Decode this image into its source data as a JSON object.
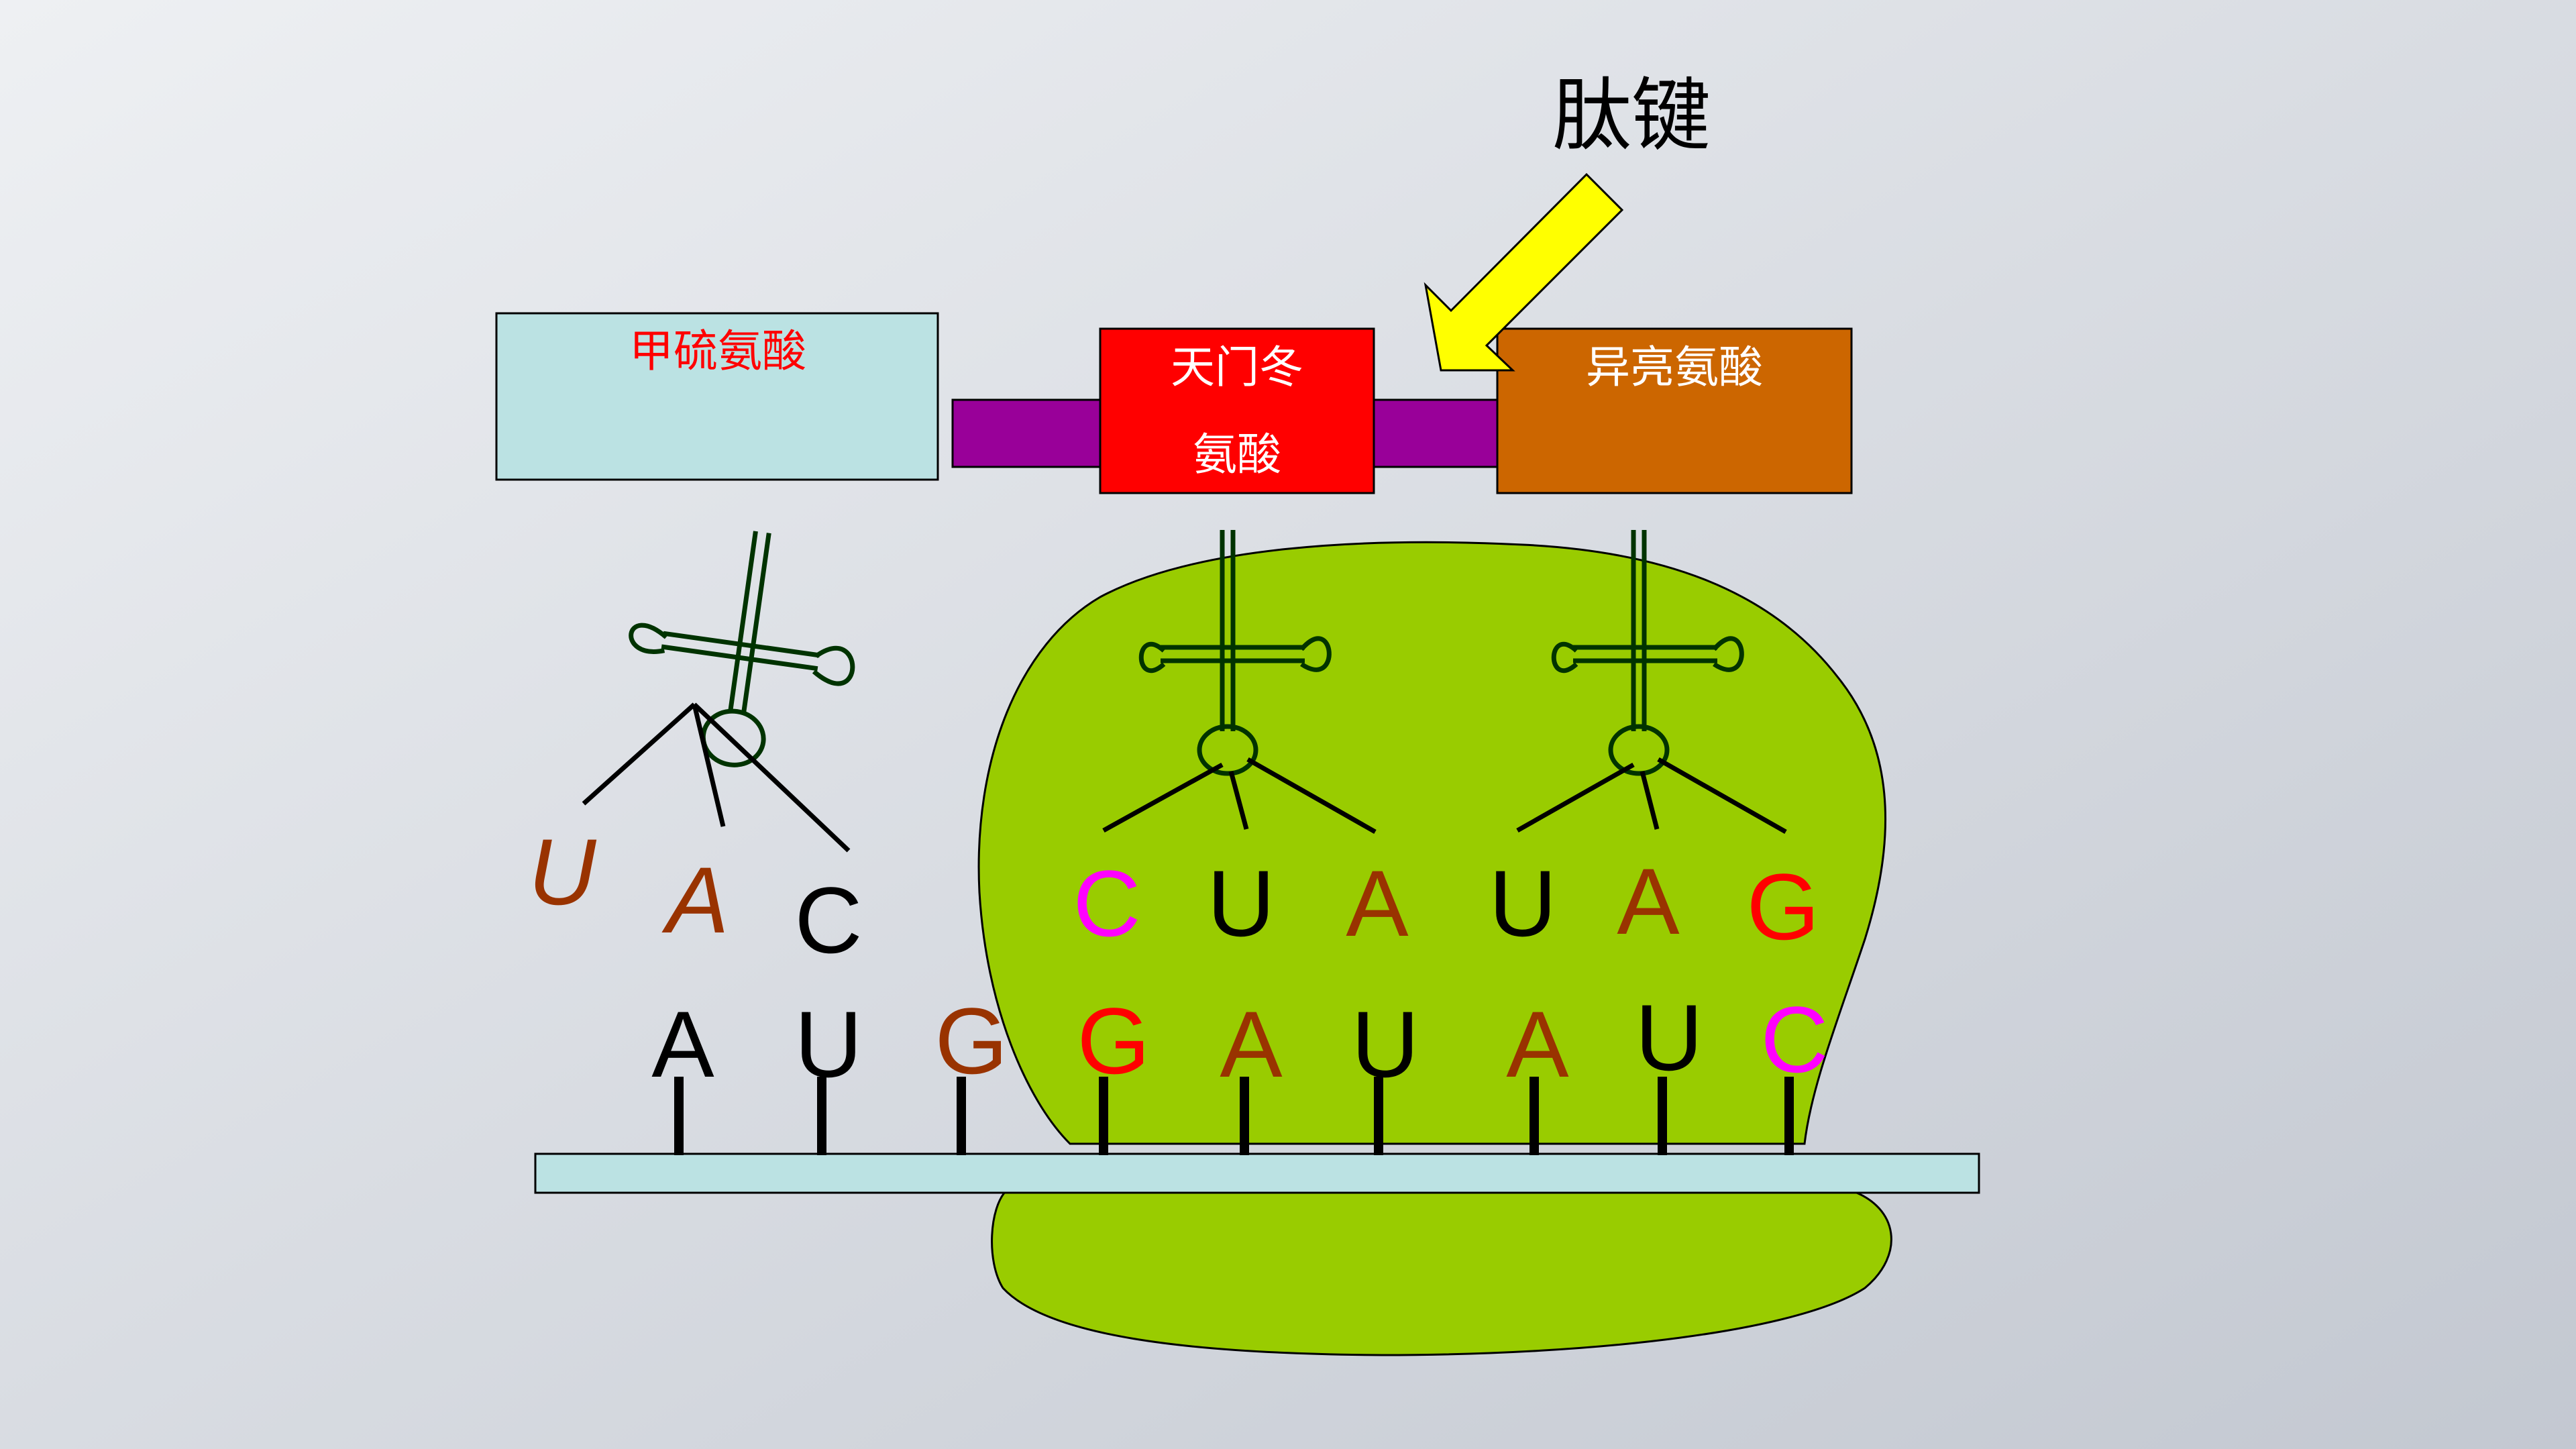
{
  "slide": {
    "peptide_bond_label": "肽键",
    "amino_acids": [
      {
        "id": "met",
        "lines": [
          "甲硫氨酸"
        ],
        "fill": "#BBE2E3",
        "text_color": "#FF0000"
      },
      {
        "id": "asp",
        "lines": [
          "天门冬",
          "氨酸"
        ],
        "fill": "#FF0000",
        "text_color": "#FFFFFF"
      },
      {
        "id": "ile",
        "lines": [
          "异亮氨酸"
        ],
        "fill": "#CC6600",
        "text_color": "#FFFFFF"
      }
    ],
    "anticodons": [
      {
        "letters": [
          {
            "char": "U",
            "color": "#993300"
          },
          {
            "char": "A",
            "color": "#993300"
          },
          {
            "char": "C",
            "color": "#000000"
          }
        ]
      },
      {
        "letters": [
          {
            "char": "C",
            "color": "#FF00FF"
          },
          {
            "char": "U",
            "color": "#000000"
          },
          {
            "char": "A",
            "color": "#993300"
          }
        ]
      },
      {
        "letters": [
          {
            "char": "U",
            "color": "#000000"
          },
          {
            "char": "A",
            "color": "#993300"
          },
          {
            "char": "G",
            "color": "#FF0000"
          }
        ]
      }
    ],
    "codons": [
      {
        "char": "A",
        "color": "#000000"
      },
      {
        "char": "U",
        "color": "#000000"
      },
      {
        "char": "G",
        "color": "#993300"
      },
      {
        "char": "G",
        "color": "#FF0000"
      },
      {
        "char": "A",
        "color": "#993300"
      },
      {
        "char": "U",
        "color": "#000000"
      },
      {
        "char": "A",
        "color": "#993300"
      },
      {
        "char": "U",
        "color": "#000000"
      },
      {
        "char": "C",
        "color": "#FF00FF"
      }
    ],
    "colors": {
      "ribosome": "#99CC00",
      "mrna": "#BBE2E3",
      "bond": "#990099",
      "arrow": "#FFFF00",
      "trna": "#003300",
      "background_light": "#EEF0F3",
      "background_dark": "#C3C8D1"
    }
  }
}
